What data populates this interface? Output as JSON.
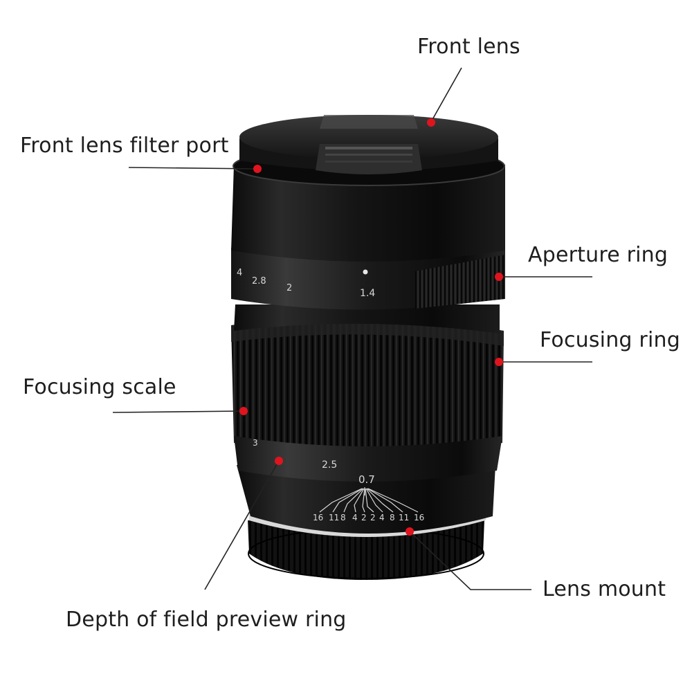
{
  "labels": {
    "front_lens": "Front lens",
    "filter_port": "Front lens filter port",
    "aperture_ring": "Aperture ring",
    "focusing_ring": "Focusing ring",
    "focusing_scale": "Focusing scale",
    "lens_mount": "Lens mount",
    "dof_ring": "Depth of field preview ring"
  },
  "lens_markings": {
    "aperture": [
      "4",
      "2.8",
      "2",
      "1.4"
    ],
    "focus": [
      "3",
      "2.5",
      "0.7"
    ],
    "dof": [
      "16",
      "11",
      "8",
      "4",
      "2",
      "2",
      "4",
      "8",
      "11",
      "16"
    ]
  },
  "colors": {
    "marker": "#e0141e",
    "leader_line": "#222222",
    "lens_body": "#1a1a1a"
  }
}
